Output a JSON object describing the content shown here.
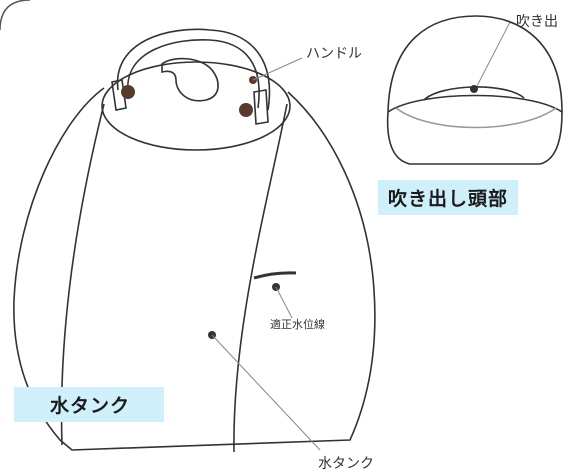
{
  "labels": {
    "handle": "ハンドル",
    "nozzle": "吹き出",
    "water_level": "適正水位線",
    "tank": "水タンク"
  },
  "captions": {
    "head": "吹き出し頭部",
    "tank": "水タンク"
  },
  "colors": {
    "caption_bg": "#cfeffb",
    "line": "#333333",
    "dot": "#5a3a2c"
  }
}
